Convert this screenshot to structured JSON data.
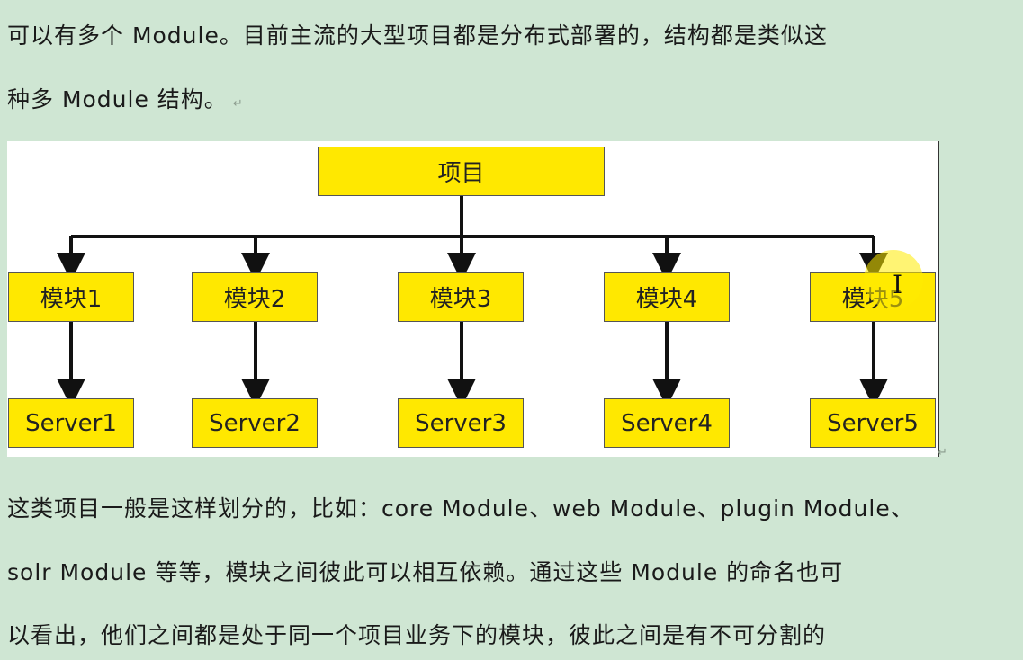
{
  "paragraphs": [
    "可以有多个 Module。目前主流的大型项目都是分布式部署的，结构都是类似这",
    "种多 Module 结构。",
    "这类项目一般是这样划分的，比如：core Module、web Module、plugin Module、",
    "solr Module 等等，模块之间彼此可以相互依赖。通过这些 Module 的命名也可",
    "以看出，他们之间都是处于同一个项目业务下的模块，彼此之间是有不可分割的"
  ],
  "para_mark": "↵",
  "diagram": {
    "root": "项目",
    "modules": [
      "模块1",
      "模块2",
      "模块3",
      "模块4",
      "模块5"
    ],
    "servers": [
      "Server1",
      "Server2",
      "Server3",
      "Server4",
      "Server5"
    ]
  },
  "colors": {
    "box_fill": "#ffe800",
    "background": "#cfe6d3",
    "line": "#111111"
  }
}
